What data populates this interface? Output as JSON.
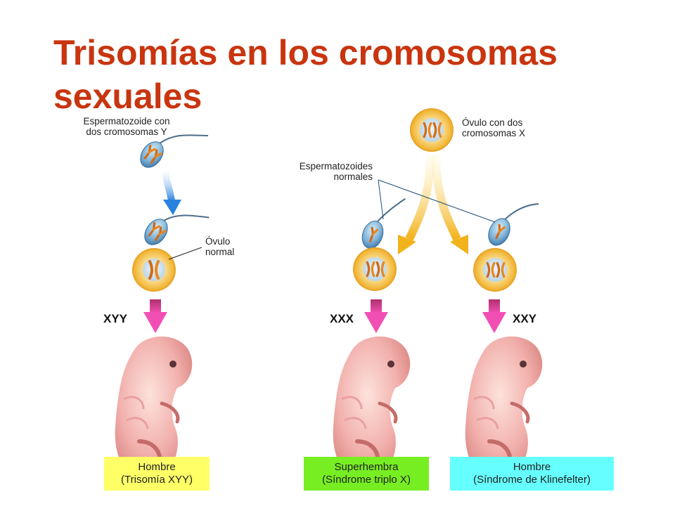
{
  "title": "Trisomías en los cromosomas sexuales",
  "labels": {
    "sperm_two_y": "Espermatozoide con\ndos cromosomas Y",
    "normal_ovum": "Óvulo\nnormal",
    "ovum_two_x": "Óvulo con dos\ncromosomas X",
    "normal_sperm": "Espermatozoides\nnormales"
  },
  "genotypes": [
    "XYY",
    "XXX",
    "XXY"
  ],
  "outcomes": [
    {
      "line1": "Hombre",
      "line2": "(Trisomía XYY)",
      "color": "#ffff66"
    },
    {
      "line1": "Superhembra",
      "line2": "(Síndrome triplo X)",
      "color": "#77ee22"
    },
    {
      "line1": "Hombre",
      "line2": "(Síndrome de Klinefelter)",
      "color": "#66ffff"
    }
  ],
  "icons": [
    "sperm-icon",
    "ovum-icon",
    "chromosome-icon",
    "arrow-down-icon",
    "embryo-icon"
  ]
}
